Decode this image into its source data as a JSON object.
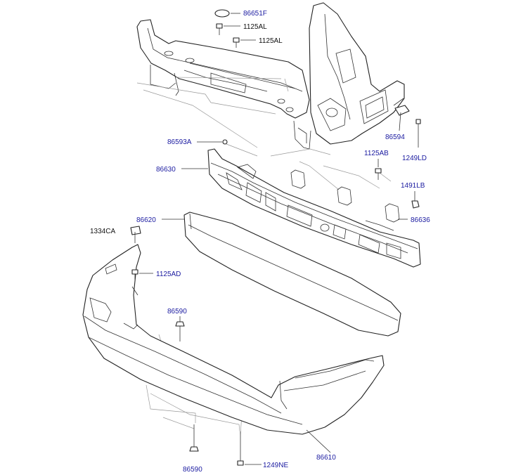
{
  "colors": {
    "label_part_number": "#1a1aa0",
    "label_fastener": "#111111"
  },
  "labels": {
    "p86651F": "86651F",
    "p1125AL_a": "1125AL",
    "p1125AL_b": "1125AL",
    "p86594": "86594",
    "p1249LD": "1249LD",
    "p86593A": "86593A",
    "p1125AB": "1125AB",
    "p86630": "86630",
    "p1491LB": "1491LB",
    "p86620": "86620",
    "p86636": "86636",
    "p1334CA": "1334CA",
    "p1125AD": "1125AD",
    "p86590_a": "86590",
    "p86590_b": "86590",
    "p1249NE": "1249NE",
    "p86610": "86610"
  }
}
